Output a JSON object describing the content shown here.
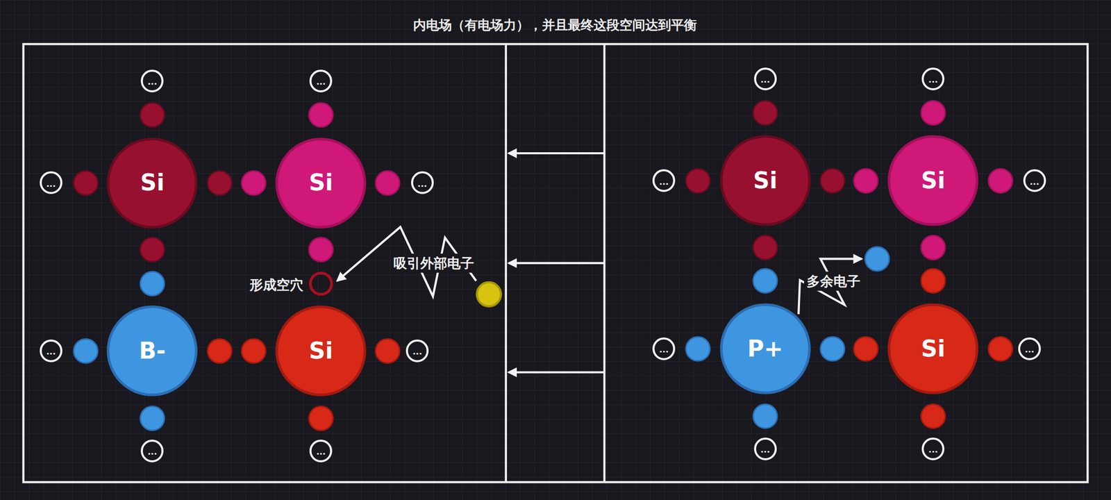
{
  "diagram": {
    "title": "内电场（有电场力），并且最终这段空间达到平衡",
    "nodes": [
      {
        "text": [
          "..."
        ]
      },
      {
        "text": [
          "..."
        ]
      },
      {
        "text": [
          "..."
        ]
      },
      {
        "text": [
          "..."
        ]
      },
      {
        "text": [
          "..."
        ]
      },
      {
        "text": [
          "Si"
        ]
      },
      {
        "text": [
          "Si"
        ]
      },
      {
        "text": [
          "..."
        ]
      },
      {
        "text": [
          "..."
        ]
      },
      {
        "text": [
          "Si"
        ]
      },
      {
        "text": [
          "Si"
        ]
      },
      {
        "text": [
          "..."
        ]
      },
      {
        "text": [
          "..."
        ]
      },
      {
        "text": [
          "B-"
        ]
      },
      {
        "text": [
          "Si"
        ]
      },
      {
        "text": [
          "..."
        ]
      },
      {
        "text": [
          "..."
        ]
      },
      {
        "text": [
          "P+"
        ]
      },
      {
        "text": [
          "Si"
        ]
      },
      {
        "text": [
          "..."
        ]
      },
      {
        "text": [
          "..."
        ]
      },
      {
        "text": [
          "..."
        ]
      },
      {
        "text": [
          "..."
        ]
      },
      {
        "text": [
          "..."
        ]
      }
    ],
    "labels": [
      "吸引外部电子",
      "多余电子",
      "形成空穴"
    ]
  }
}
